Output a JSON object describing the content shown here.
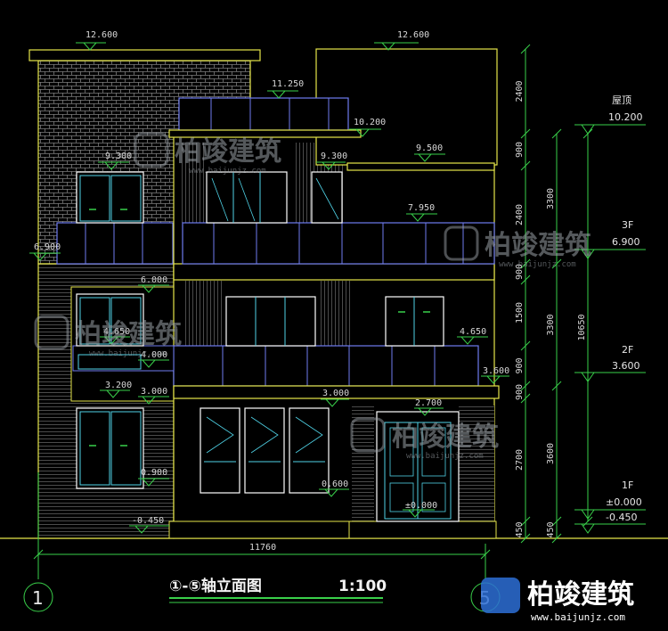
{
  "drawing": {
    "title": "①-⑤轴立面图",
    "scale": "1:100",
    "axis_start": "1",
    "axis_end": "5",
    "total_width": "11760"
  },
  "levels": {
    "left_top": "12.600",
    "right_top": "12.600",
    "mid_top": "11.250",
    "roof_edge": "10.200",
    "l_9300": "9.300",
    "r_9300": "9.300",
    "r_9500": "9.500",
    "r_7950": "7.950",
    "l_6900": "6.900",
    "l_6000": "6.000",
    "l_4650": "4.650",
    "r_4650": "4.650",
    "l_4000": "4.000",
    "r_3600": "3.600",
    "l_3200": "3.200",
    "l_3000": "3.000",
    "m_3000": "3.000",
    "r_2700": "2.700",
    "l_0900": "0.900",
    "m_0600": "0.600",
    "door_000": "±0.000",
    "l_m0450": "-0.450"
  },
  "dims_col1": [
    "2400",
    "900",
    "2400",
    "900",
    "1500",
    "900",
    "900",
    "2700",
    "450"
  ],
  "dims_col2": [
    "3300",
    "3300",
    "3600",
    "450"
  ],
  "dims_col3": [
    "10650"
  ],
  "floor_labels": {
    "roof_name": "屋顶",
    "roof_val": "10.200",
    "f3_name": "3F",
    "f3_val": "6.900",
    "f2_name": "2F",
    "f2_val": "3.600",
    "f1_name": "1F",
    "f1_val": "±0.000",
    "ground_val": "-0.450"
  },
  "watermark": {
    "name": "柏竣建筑",
    "url": "www.baijunjz.com"
  },
  "colors": {
    "wall": "#e5e54a",
    "frame": "#ffffff",
    "glass": "#4fd2e6",
    "rail": "#6f7cf0",
    "dim": "#39d04a",
    "brick": "#8a8a8a"
  }
}
